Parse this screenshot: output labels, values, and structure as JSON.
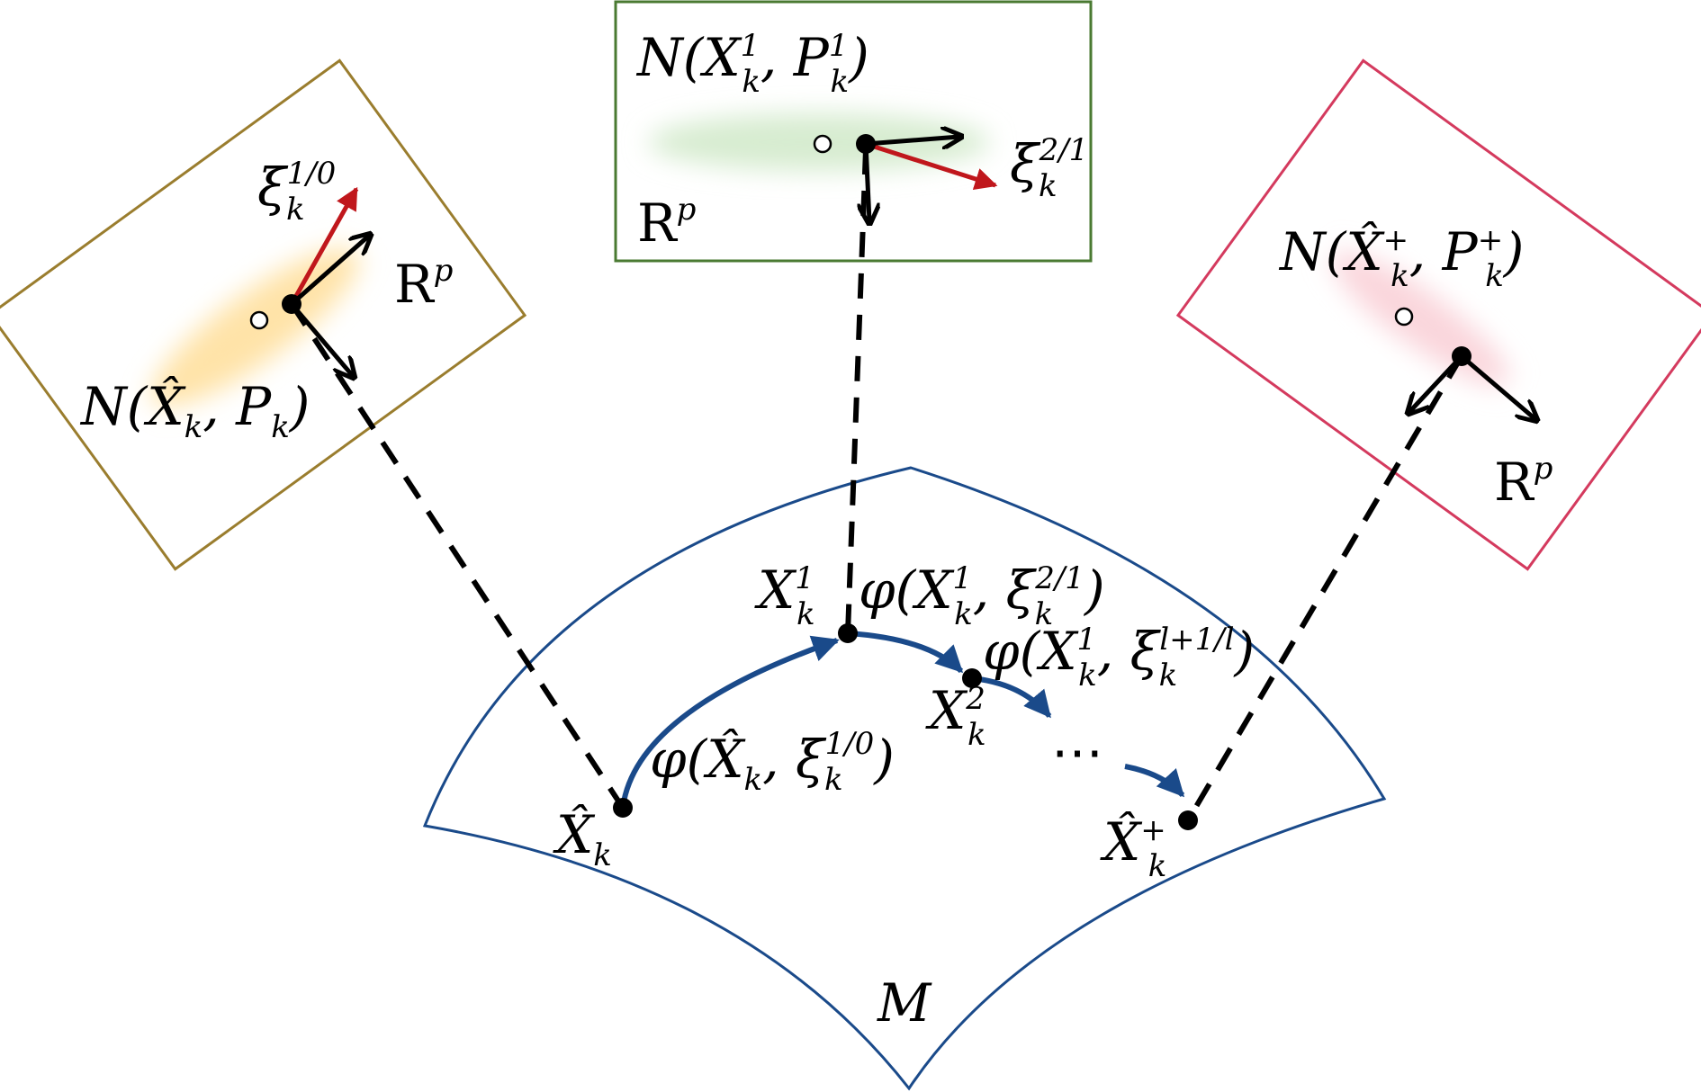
{
  "colors": {
    "manifold": "#1a4a8a",
    "frame_left": "#9a7d2e",
    "frame_mid": "#4a7a32",
    "frame_right": "#d43a5e",
    "blob_left": "#ffe3a8",
    "blob_mid": "#d7ecd0",
    "blob_right": "#fad6dc",
    "red_arrow": "#c0171c",
    "blue_arrow": "#1a4a8a",
    "black": "#000000"
  },
  "manifold": {
    "label": "M"
  },
  "frames": {
    "left": {
      "space_label": "R",
      "space_sup": "p",
      "dist_label": "N(X̂",
      "dist_sub": "k",
      "dist_sep": ", P",
      "dist_sub2": "k",
      "dist_close": ")",
      "xi_label": "ξ",
      "xi_sub": "k",
      "xi_sup": "1/0"
    },
    "mid": {
      "space_label": "R",
      "space_sup": "p",
      "dist_label": "N(X",
      "dist_sub": "k",
      "dist_sup": "1",
      "dist_sep": ", P",
      "dist_sub2": "k",
      "dist_sup2": "1",
      "dist_close": ")",
      "xi_label": "ξ",
      "xi_sub": "k",
      "xi_sup": "2/1"
    },
    "right": {
      "space_label": "R",
      "space_sup": "p",
      "dist_label": "N(X̂",
      "dist_sub": "k",
      "dist_sup": "+",
      "dist_sep": ", P",
      "dist_sub2": "k",
      "dist_sup2": "+",
      "dist_close": ")"
    }
  },
  "points": {
    "x_hat": {
      "label": "X̂",
      "sub": "k"
    },
    "x1": {
      "label": "X",
      "sub": "k",
      "sup": "1"
    },
    "x2": {
      "label": "X",
      "sub": "k",
      "sup": "2"
    },
    "x_plus": {
      "label": "X̂",
      "sub": "k",
      "sup": "+"
    }
  },
  "maps": {
    "phi0": {
      "text": "φ(X̂",
      "sub": "k",
      "sep": ", ξ",
      "sub2": "k",
      "sup2": "1/0",
      "close": ")"
    },
    "phi1": {
      "text": "φ(X",
      "sub": "k",
      "sup": "1",
      "sep": ", ξ",
      "sub2": "k",
      "sup2": "2/1",
      "close": ")"
    },
    "phil": {
      "text": "φ(X",
      "sub": "k",
      "sup": "1",
      "sep": ", ξ",
      "sub2": "k",
      "sup2": "l+1/l",
      "close": ")"
    },
    "ellipsis": "⋯"
  }
}
